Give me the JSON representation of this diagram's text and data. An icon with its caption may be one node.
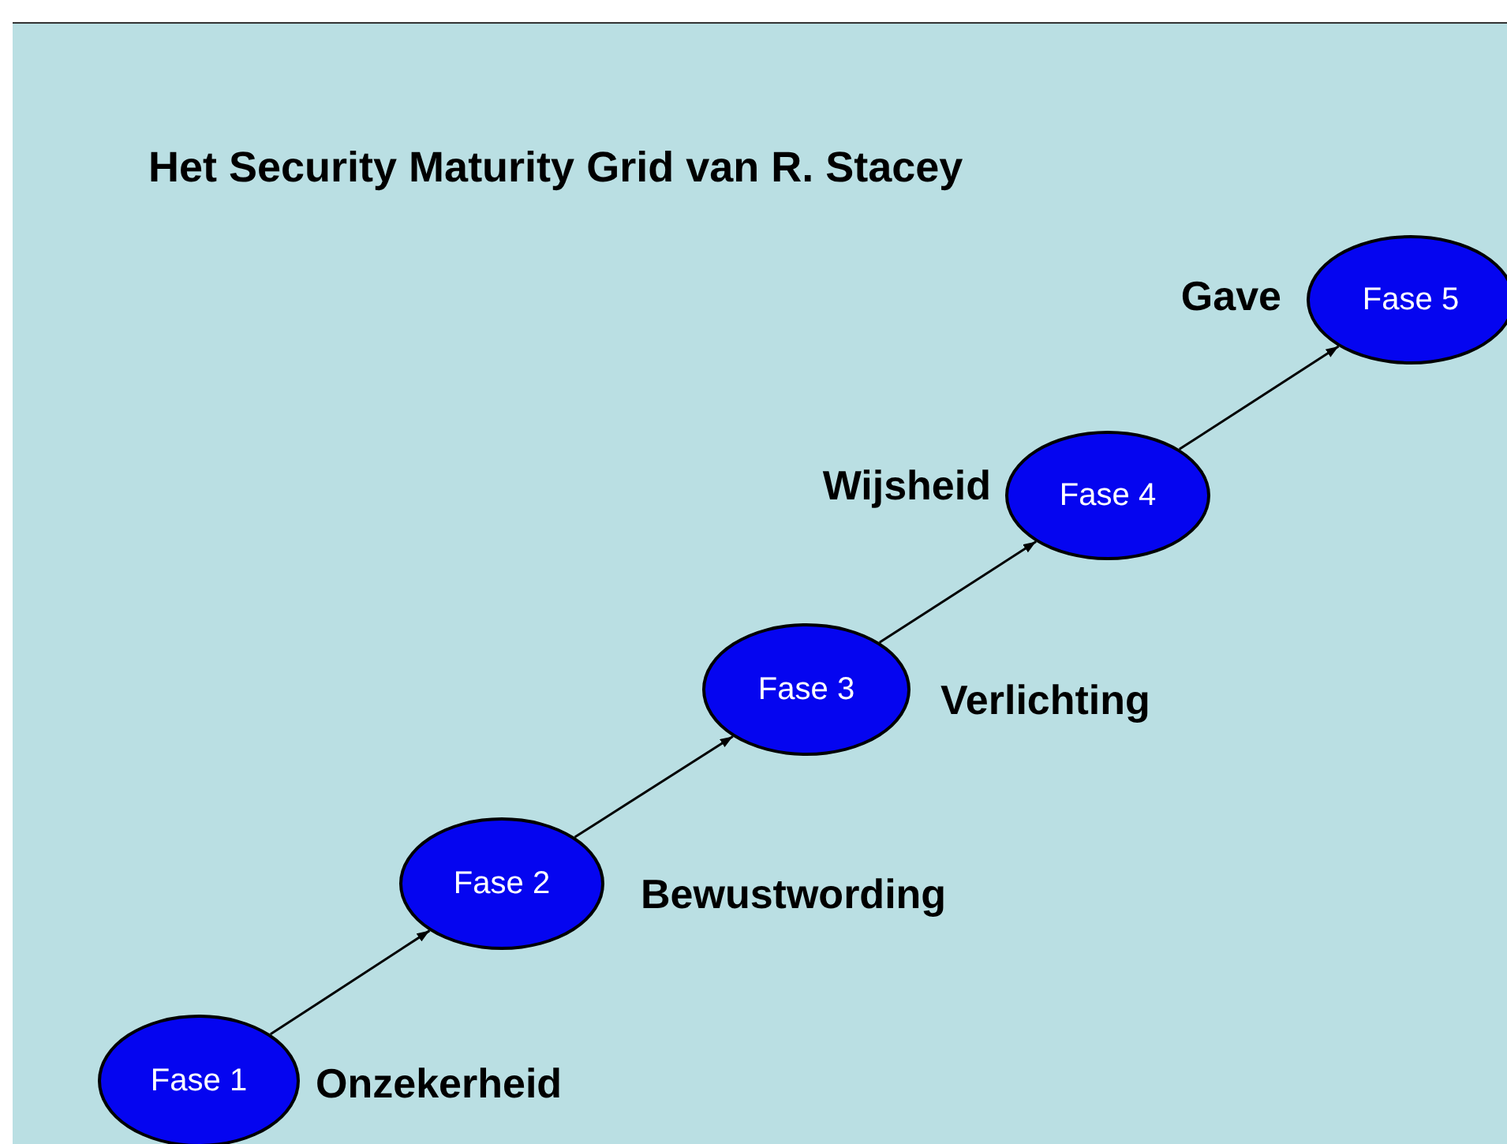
{
  "diagram": {
    "title": "Het Security Maturity Grid van R. Stacey",
    "nodes": [
      {
        "text": [
          "Fase 1"
        ],
        "beside": [
          "Onzekerheid"
        ]
      },
      {
        "text": [
          "Fase 2"
        ],
        "beside": [
          "Bewustwording"
        ]
      },
      {
        "text": [
          "Fase 3"
        ],
        "beside": [
          "Verlichting"
        ]
      },
      {
        "text": [
          "Fase 4"
        ],
        "beside": [
          "Wijsheid"
        ]
      },
      {
        "text": [
          "Fase 5"
        ],
        "beside": [
          "Gave"
        ]
      }
    ],
    "edges": [
      {
        "from": 0,
        "to": 1,
        "arrow": "to"
      },
      {
        "from": 1,
        "to": 2,
        "arrow": "to"
      },
      {
        "from": 2,
        "to": 3,
        "arrow": "to"
      },
      {
        "from": 3,
        "to": 4,
        "arrow": "to"
      }
    ]
  }
}
